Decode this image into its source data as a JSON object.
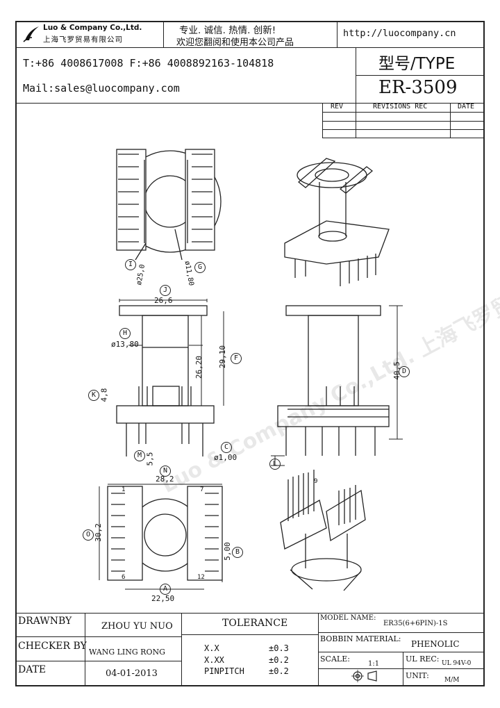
{
  "header": {
    "company_en": "Luo & Company Co.,Ltd.",
    "company_cn": "上海飞罗贸易有限公司",
    "slogan_line1": "专业. 诚信.  热情.  创新!",
    "slogan_line2": "欢迎您翻阅和使用本公司产品",
    "website": "http://luocompany.cn",
    "phone_fax": "T:+86 4008617008 F:+86 4008892163-104818",
    "mail": "Mail:sales@luocompany.com",
    "type_label": "型号/TYPE",
    "model": "ER-3509"
  },
  "revisions": {
    "headers": [
      "REV",
      "REVISIONS REC",
      "DATE"
    ]
  },
  "drawing": {
    "labels": {
      "I": "I",
      "G": "G",
      "J": "J",
      "H": "H",
      "F": "F",
      "D": "D",
      "K": "K",
      "C": "C",
      "M": "M",
      "L": "L",
      "N": "N",
      "O": "O",
      "B": "B",
      "A": "A"
    },
    "dims": {
      "d25": "ø25,0",
      "d11": "ø11,80",
      "w266": "26,6",
      "d138": "ø13,80",
      "h262": "26,20",
      "h291": "29,10",
      "h405": "40,5",
      "h48": "4,8",
      "h55": "5,5",
      "d10": "ø1,00",
      "w282": "28,2",
      "h302": "30,2",
      "h50": "5,00",
      "w225": "22,50"
    },
    "pin_nums": {
      "p1": "1",
      "p6": "6",
      "p7": "7",
      "p12": "12",
      "p9": "9"
    },
    "watermark": "Luo & Company Co.,Ltd. 上海飞罗贸易有限公司"
  },
  "title_block": {
    "drawnby_label": "DRAWNBY",
    "drawnby_value": "ZHOU YU NUO",
    "checker_label": "CHECKER BY",
    "checker_value": "WANG LING RONG",
    "date_label": "DATE",
    "date_value": "04-01-2013",
    "tolerance_label": "TOLERANCE",
    "tol_rows": [
      {
        "k": "X.X",
        "v": "±0.3"
      },
      {
        "k": "X.XX",
        "v": "±0.2"
      },
      {
        "k": "PINPITCH",
        "v": "±0.2"
      }
    ],
    "model_name_label": "MODEL NAME:",
    "model_name_value": "ER35(6+6PIN)-1S",
    "bobbin_label": "BOBBIN MATERIAL:",
    "bobbin_value": "PHENOLIC",
    "scale_label": "SCALE:",
    "scale_value": "1:1",
    "ul_label": "UL REC:",
    "ul_value": "UL 94V-0",
    "unit_label": "UNIT:",
    "unit_value": "M/M"
  }
}
